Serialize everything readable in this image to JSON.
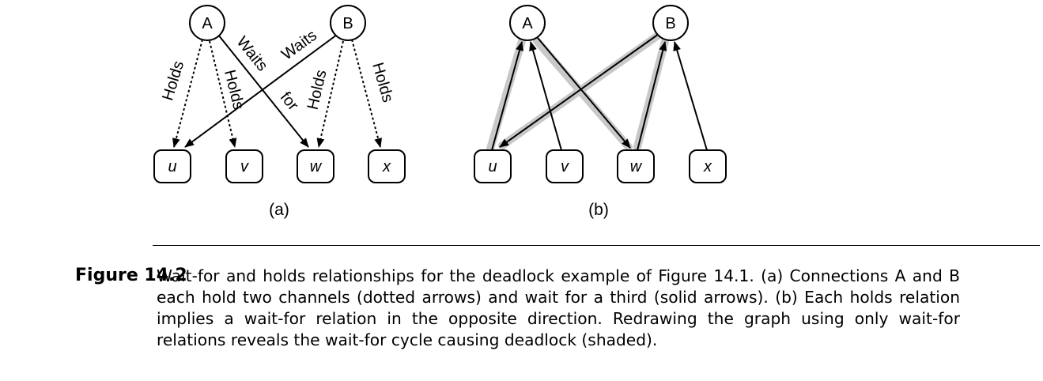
{
  "figure": {
    "number": "Figure 14.2",
    "caption": "Wait-for and holds relationships for the deadlock example of Figure 14.1. (a) Connections A and B each hold two channels (dotted arrows) and wait for a third (solid arrows). (b) Each holds relation implies a wait-for relation in the opposite direction. Redrawing the graph using only wait-for relations reveals the wait-for cycle causing deadlock (shaded)."
  },
  "panel_a": {
    "label": "(a)",
    "connections": [
      "A",
      "B"
    ],
    "channels": [
      "u",
      "v",
      "w",
      "x"
    ],
    "edges": [
      {
        "from": "A",
        "to": "u",
        "kind": "holds",
        "label": "Holds"
      },
      {
        "from": "A",
        "to": "v",
        "kind": "holds",
        "label": "Holds"
      },
      {
        "from": "A",
        "to": "w",
        "kind": "waits",
        "label": "Waits for"
      },
      {
        "from": "B",
        "to": "u",
        "kind": "waits",
        "label": "Waits"
      },
      {
        "from": "B",
        "to": "w",
        "kind": "holds",
        "label": "Holds"
      },
      {
        "from": "B",
        "to": "x",
        "kind": "holds",
        "label": "Holds"
      }
    ],
    "edge_labels": {
      "a_u": "Holds",
      "a_v": "Holds",
      "a_w_1": "Waits",
      "a_w_2": "for",
      "b_u": "Waits",
      "b_w": "Holds",
      "b_x": "Holds"
    }
  },
  "panel_b": {
    "label": "(b)",
    "connections": [
      "A",
      "B"
    ],
    "channels": [
      "u",
      "v",
      "w",
      "x"
    ],
    "edges": [
      {
        "from": "u",
        "to": "A",
        "cycle": true
      },
      {
        "from": "v",
        "to": "A",
        "cycle": false
      },
      {
        "from": "A",
        "to": "w",
        "cycle": true
      },
      {
        "from": "w",
        "to": "B",
        "cycle": true
      },
      {
        "from": "B",
        "to": "u",
        "cycle": true
      },
      {
        "from": "x",
        "to": "B",
        "cycle": false
      }
    ]
  },
  "styles": {
    "stroke": "#000000",
    "cycle_shade": "#c8c8c8"
  }
}
